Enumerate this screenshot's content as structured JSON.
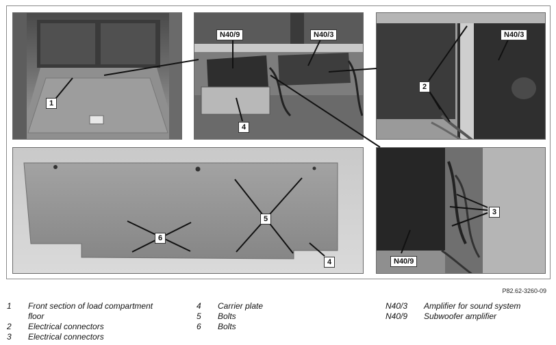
{
  "callouts": {
    "c1": "1",
    "c2": "2",
    "c3": "3",
    "c4a": "4",
    "c4b": "4",
    "c5": "5",
    "c6": "6",
    "n40_9_top": "N40/9",
    "n40_3_top": "N40/3",
    "n40_3_right": "N40/3",
    "n40_9_bottom": "N40/9"
  },
  "reference_code": "P82.62-3260-09",
  "legend": [
    {
      "key": "1",
      "text": "Front section of load compartment floor"
    },
    {
      "key": "2",
      "text": "Electrical connectors"
    },
    {
      "key": "3",
      "text": "Electrical connectors"
    },
    {
      "key": "4",
      "text": "Carrier plate"
    },
    {
      "key": "5",
      "text": "Bolts"
    },
    {
      "key": "6",
      "text": "Bolts"
    },
    {
      "key": "N40/3",
      "text": "Amplifier for sound system"
    },
    {
      "key": "N40/9",
      "text": "Subwoofer amplifier"
    }
  ]
}
